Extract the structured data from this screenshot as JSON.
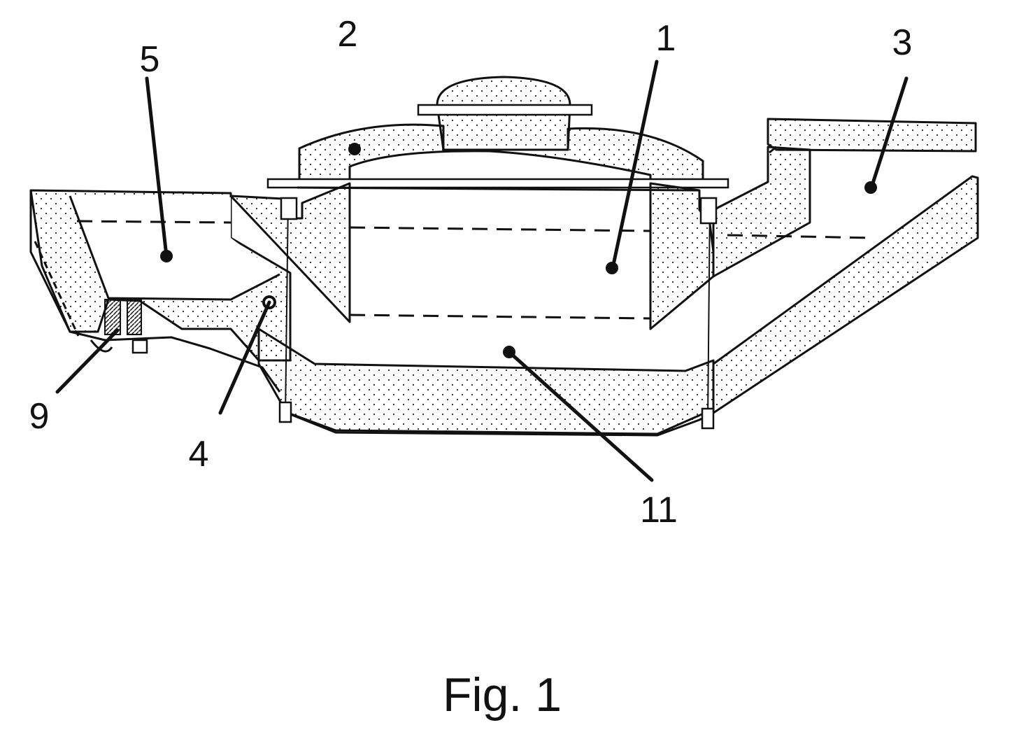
{
  "figure": {
    "caption": "Fig. 1",
    "labels": {
      "l1": "1",
      "l2": "2",
      "l3": "3",
      "l4": "4",
      "l5": "5",
      "l9": "9",
      "l11": "11"
    }
  }
}
